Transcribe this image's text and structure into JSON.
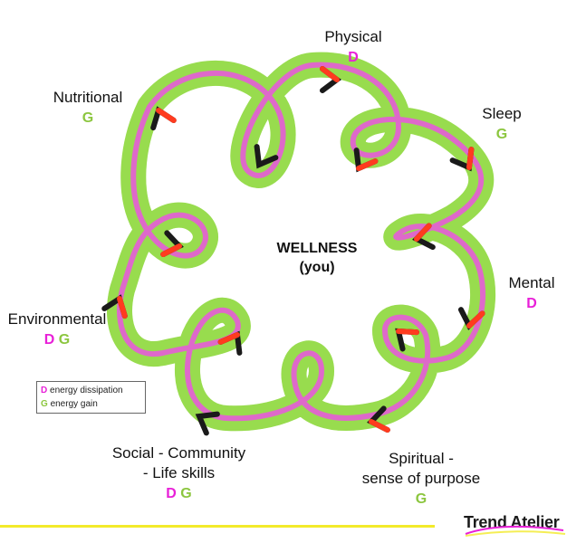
{
  "center": {
    "line1": "WELLNESS",
    "line2": "(you)"
  },
  "nodes": {
    "physical": {
      "label": "Physical",
      "tags": [
        "D"
      ]
    },
    "sleep": {
      "label": "Sleep",
      "tags": [
        "G"
      ]
    },
    "mental": {
      "label": "Mental",
      "tags": [
        "D"
      ]
    },
    "spiritual": {
      "line1": "Spiritual -",
      "line2": "sense of purpose",
      "tags": [
        "G"
      ]
    },
    "social": {
      "line1": "Social - Community",
      "line2": "- Life skills",
      "tags": [
        "D",
        "G"
      ]
    },
    "environmental": {
      "label": "Environmental",
      "tags": [
        "D",
        "G"
      ]
    },
    "nutritional": {
      "label": "Nutritional",
      "tags": [
        "G"
      ]
    }
  },
  "legend": {
    "items": [
      {
        "key": "D",
        "text": "energy dissipation"
      },
      {
        "key": "G",
        "text": "energy gain"
      }
    ]
  },
  "brand": {
    "logo": "Trend Atelier"
  },
  "colors": {
    "loop": "#ee14e6",
    "glow": "#7ed321",
    "dissipation": "#e81fd8",
    "gain": "#8cc63f",
    "arrow_red": "#ff3b1f",
    "arrow_black": "#1a1a1a",
    "baseline": "#f3ea2a"
  }
}
